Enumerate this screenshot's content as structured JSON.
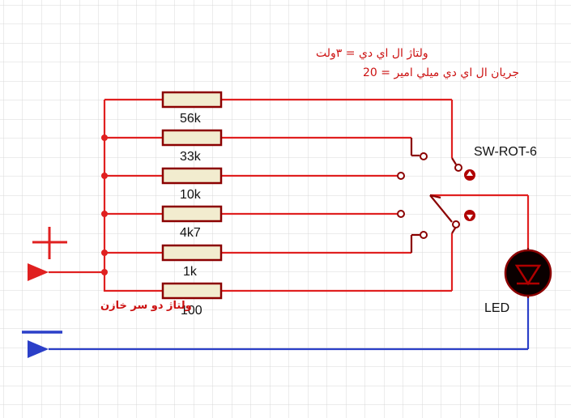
{
  "annotations": {
    "led_voltage": "ولتاژ ال اي دي = ۳ولت",
    "led_current": "جريان ال اي دي   ميلي امير  = 20",
    "capacitor_voltage": "ولتاژ دو سر خازن"
  },
  "resistors": [
    {
      "label": "56k"
    },
    {
      "label": "33k"
    },
    {
      "label": "10k"
    },
    {
      "label": "4k7"
    },
    {
      "label": "1k"
    },
    {
      "label": "100"
    }
  ],
  "switch": {
    "label": "SW-ROT-6"
  },
  "led": {
    "label": "LED"
  },
  "terminals": {
    "positive_symbol": "+",
    "negative_symbol": "−"
  },
  "colors": {
    "positive_wire": "#e02020",
    "negative_wire": "#2b3fc8",
    "component_outline": "#8b0000",
    "resistor_fill": "#f2eccf",
    "junction": "#e02020",
    "grid": "#d9d9d9",
    "led_body": "#0a0000"
  }
}
